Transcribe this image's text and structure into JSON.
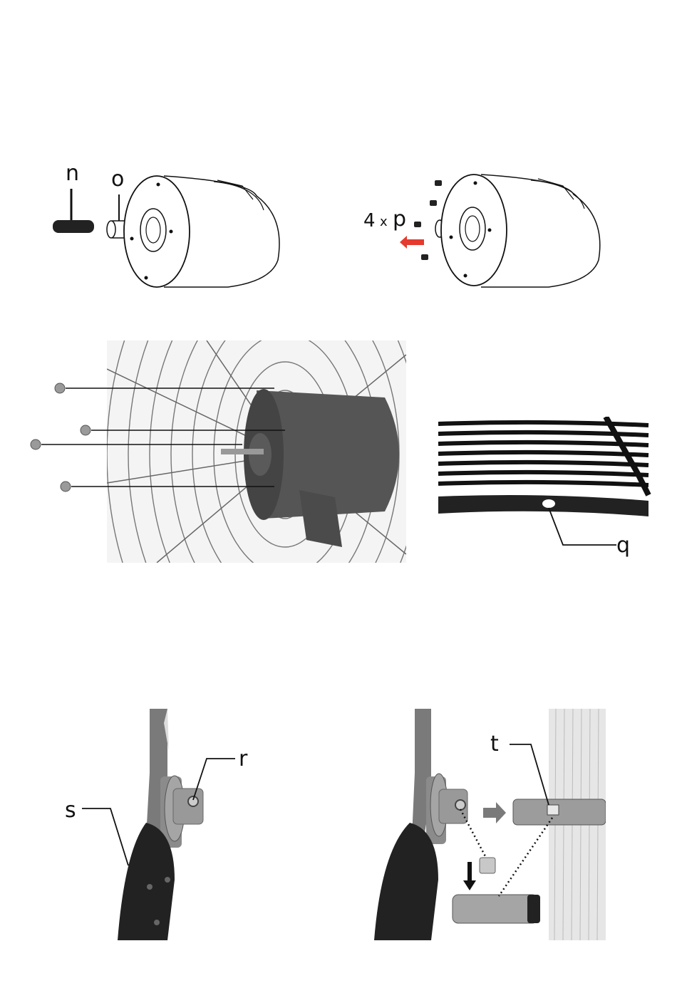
{
  "figure1": {
    "label_n": "n",
    "label_o": "o"
  },
  "figure2": {
    "label_count": "4",
    "label_times": "x",
    "label_p": "p"
  },
  "figure4": {
    "label_q": "q"
  },
  "figure5": {
    "label_s": "s",
    "label_r": "r"
  },
  "figure6": {
    "label_t": "t"
  },
  "colors": {
    "arrow_red": "#e53a2e",
    "arrow_grey": "#7a7a7a",
    "line": "#111111"
  }
}
